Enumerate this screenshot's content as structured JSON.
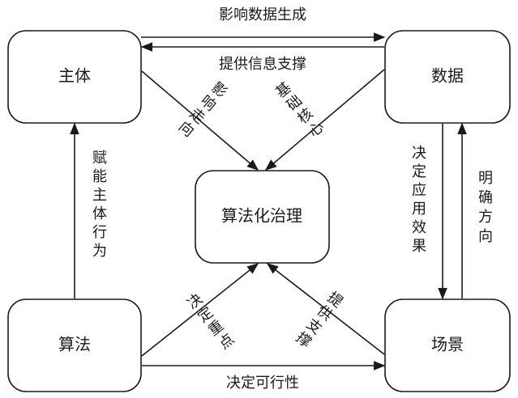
{
  "nodes": {
    "subject": "主体",
    "data": "数据",
    "center": "算法化治理",
    "algorithm": "算法",
    "scene": "场景"
  },
  "edges": {
    "influence_data_generation": "影响数据生成",
    "provide_info_support": "提供信息支撑",
    "influence_direction": "影响走向",
    "basic_core": "基础核心",
    "empower_subject_behavior": "赋能主体行为",
    "decide_application_effect": "决定应用效果",
    "clarify_direction": "明确方向",
    "decide_key_points": "决定重点",
    "provide_support": "提供支撑",
    "decide_feasibility": "决定可行性"
  },
  "colors": {
    "stroke": "#1a1a1a",
    "background": "#ffffff"
  }
}
